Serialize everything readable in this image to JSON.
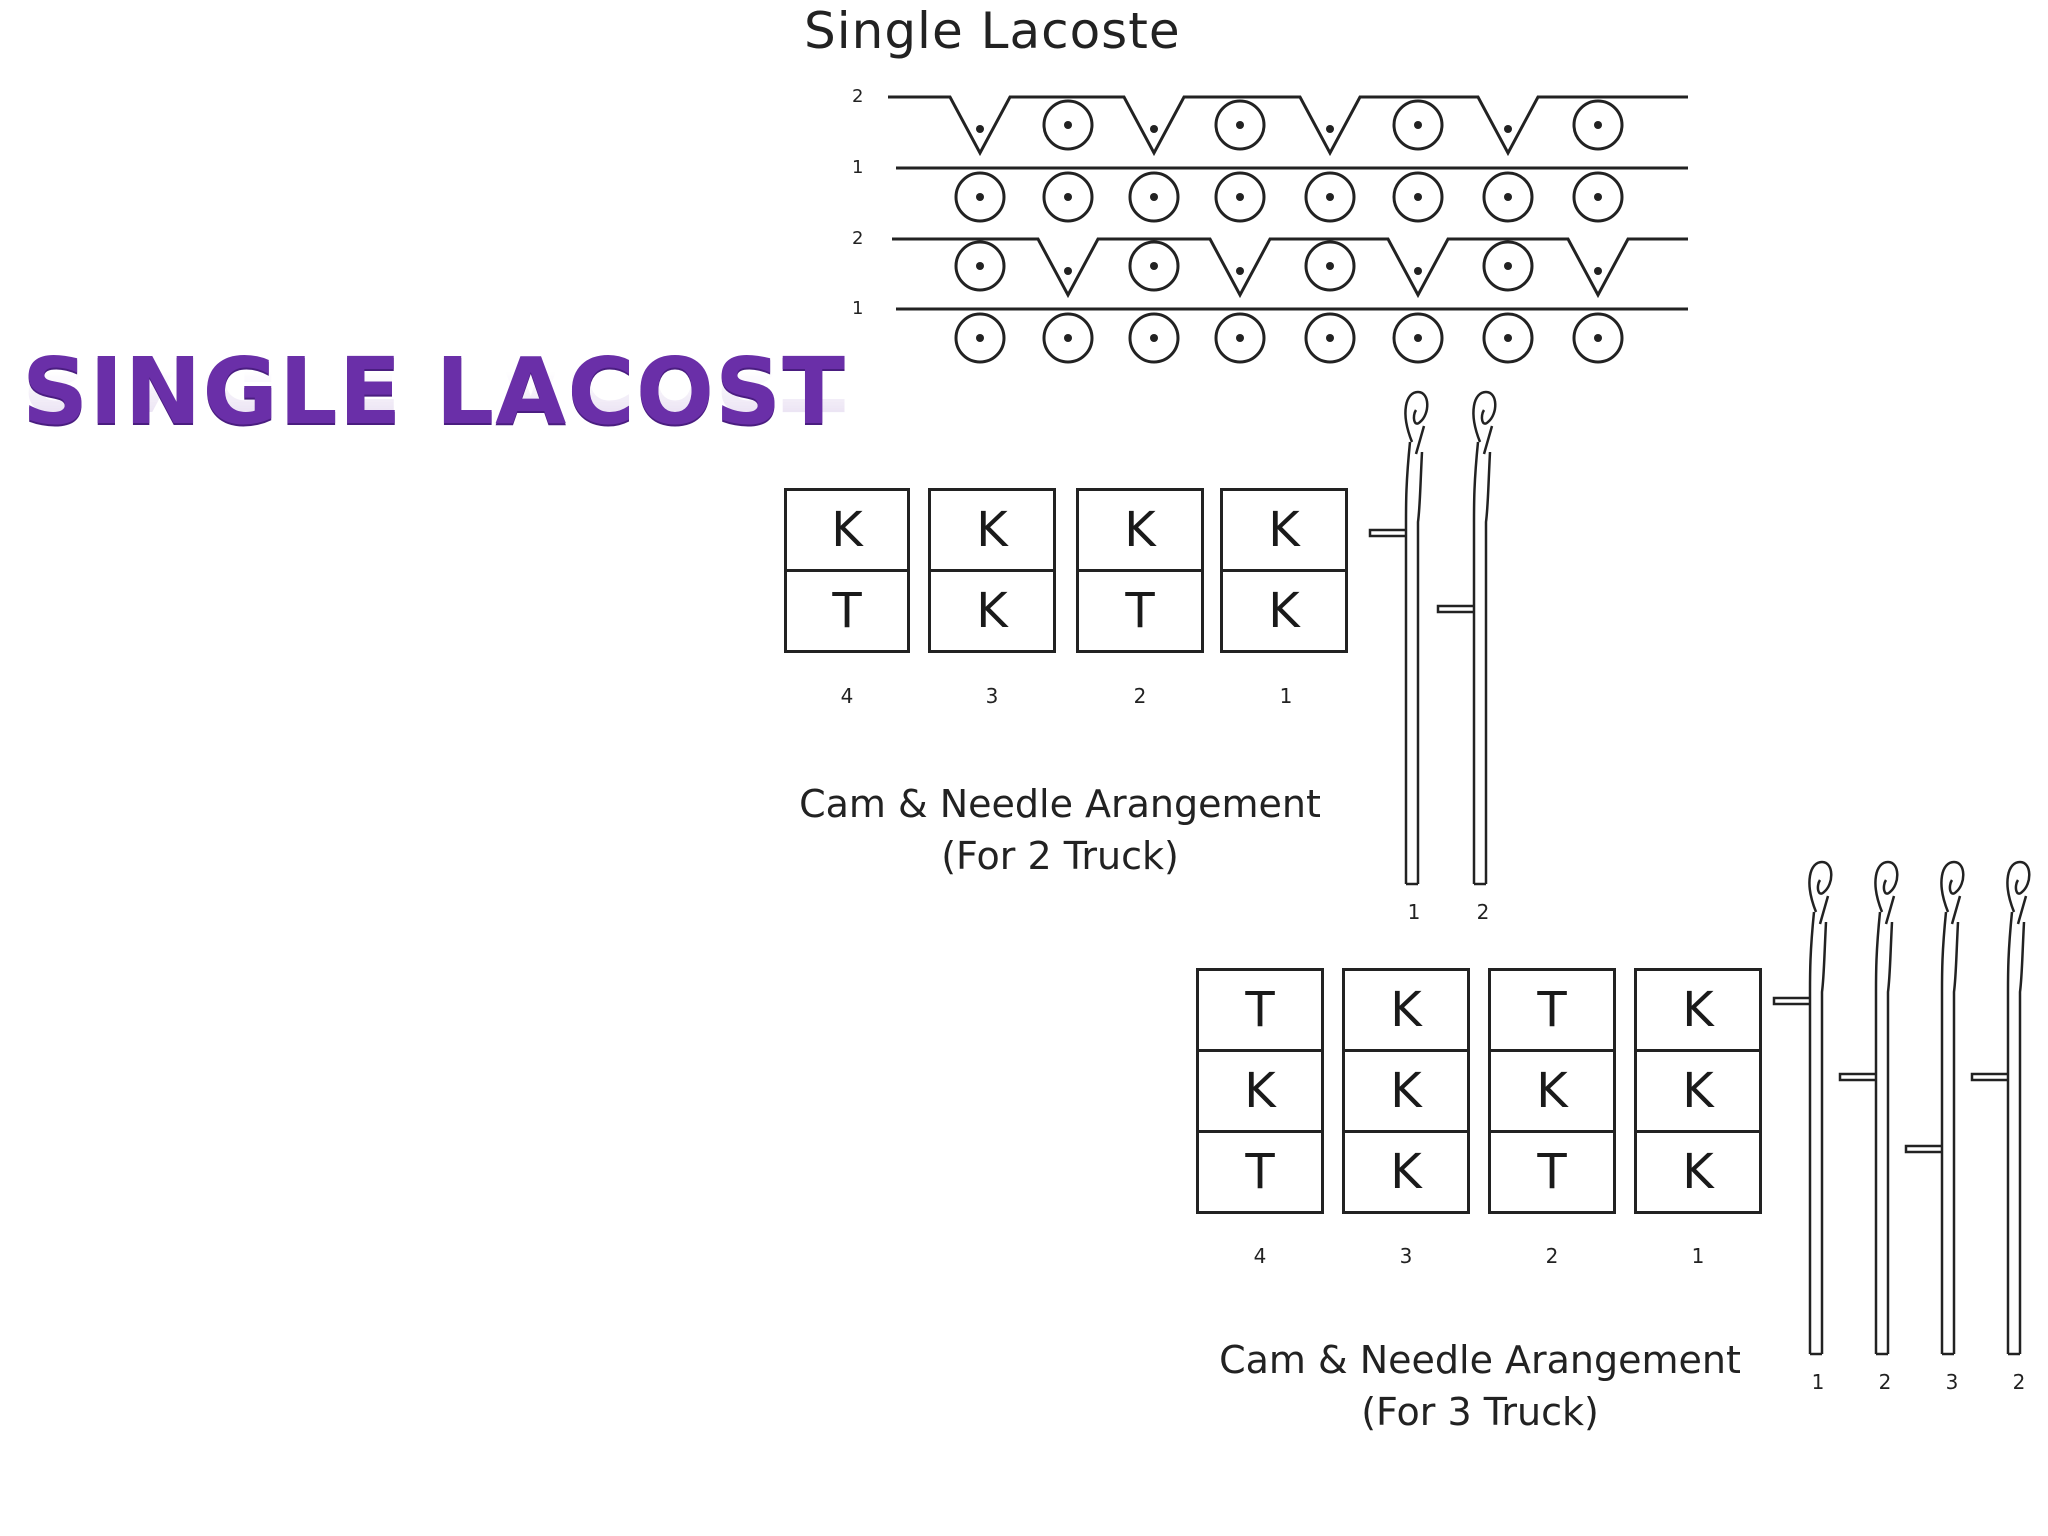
{
  "slide": {
    "title": "SINGLE LACOST",
    "title_color": "#6a2fa8"
  },
  "fabric": {
    "title": "Single Lacoste",
    "rows": [
      {
        "label": "2",
        "pattern": [
          "tuck",
          "knit",
          "tuck",
          "knit",
          "tuck",
          "knit",
          "tuck",
          "knit"
        ]
      },
      {
        "label": "1",
        "pattern": [
          "knit",
          "knit",
          "knit",
          "knit",
          "knit",
          "knit",
          "knit",
          "knit"
        ]
      },
      {
        "label": "2",
        "pattern": [
          "knit",
          "tuck",
          "knit",
          "tuck",
          "knit",
          "tuck",
          "knit",
          "tuck"
        ]
      },
      {
        "label": "1",
        "pattern": [
          "knit",
          "knit",
          "knit",
          "knit",
          "knit",
          "knit",
          "knit",
          "knit"
        ]
      }
    ]
  },
  "arrangement_2": {
    "caption_line1": "Cam & Needle Arangement",
    "caption_line2": "(For 2 Truck)",
    "cam_columns": [
      {
        "number": "4",
        "cells": [
          "K",
          "T"
        ]
      },
      {
        "number": "3",
        "cells": [
          "K",
          "K"
        ]
      },
      {
        "number": "2",
        "cells": [
          "K",
          "T"
        ]
      },
      {
        "number": "1",
        "cells": [
          "K",
          "K"
        ]
      }
    ],
    "needles": [
      "1",
      "2"
    ]
  },
  "arrangement_3": {
    "caption_line1": "Cam & Needle Arangement",
    "caption_line2": "(For 3 Truck)",
    "cam_columns": [
      {
        "number": "4",
        "cells": [
          "T",
          "K",
          "T"
        ]
      },
      {
        "number": "3",
        "cells": [
          "K",
          "K",
          "K"
        ]
      },
      {
        "number": "2",
        "cells": [
          "T",
          "K",
          "T"
        ]
      },
      {
        "number": "1",
        "cells": [
          "K",
          "K",
          "K"
        ]
      }
    ],
    "needles": [
      "1",
      "2",
      "3",
      "2"
    ]
  }
}
